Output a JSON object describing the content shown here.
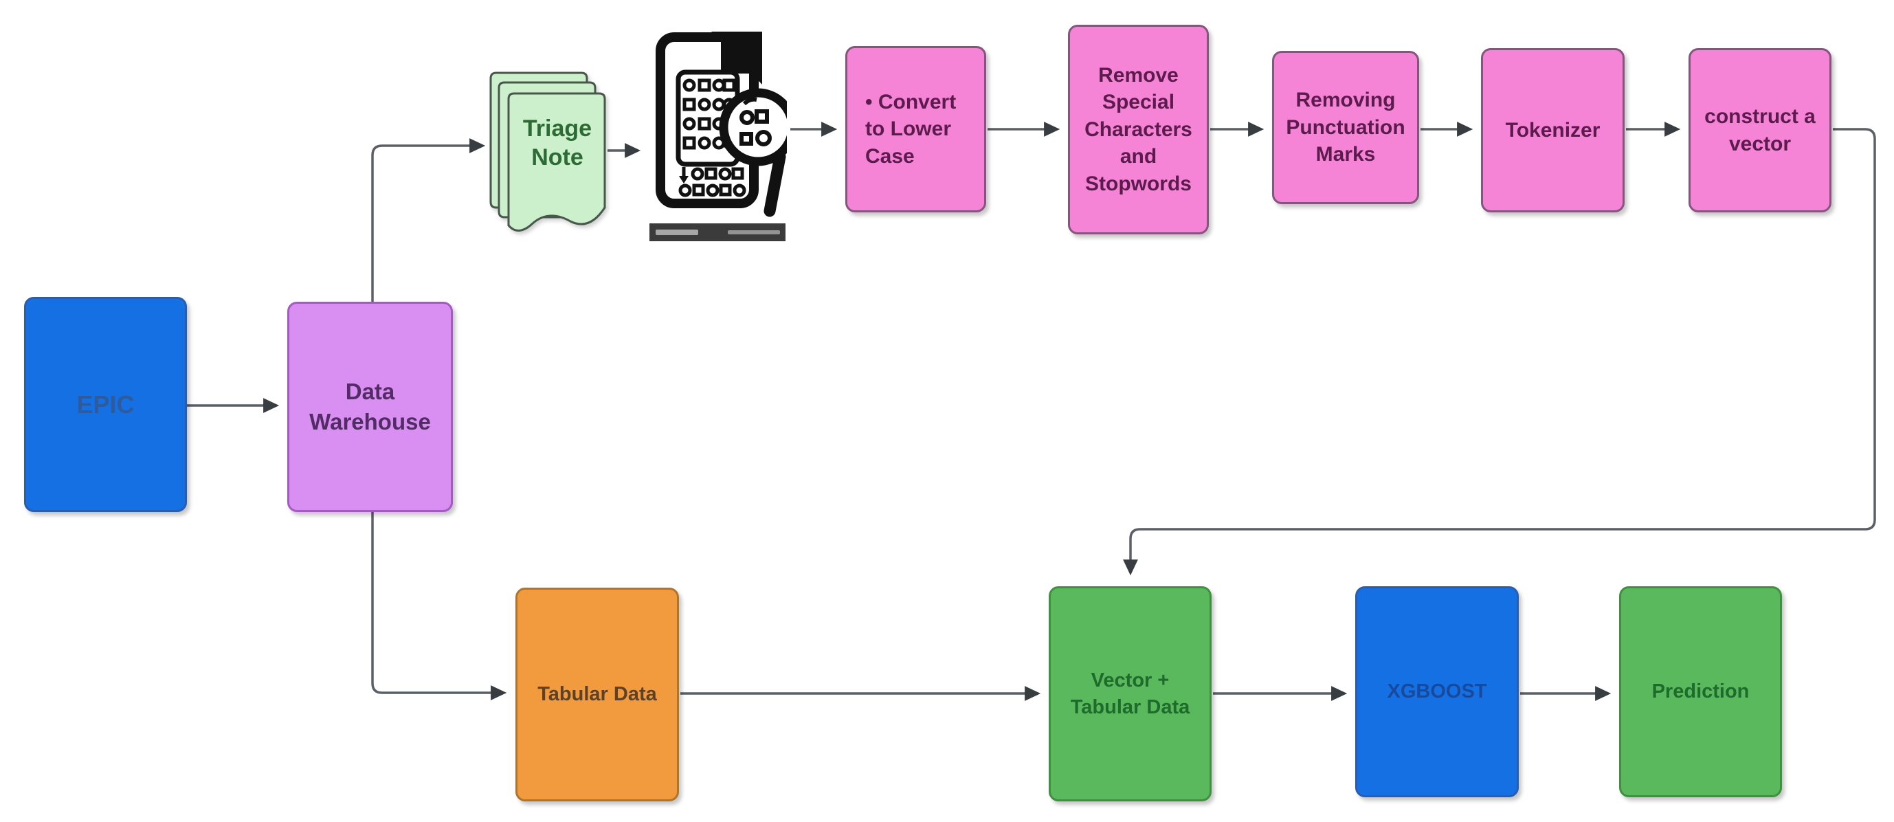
{
  "diagram": {
    "type": "flowchart",
    "nodes": {
      "epic": {
        "label": "EPIC",
        "fill": "#1571e3",
        "text_color": "#2e5a9e"
      },
      "data_warehouse": {
        "label": "Data Warehouse",
        "fill": "#d98ef2",
        "text_color": "#532b66"
      },
      "triage_note": {
        "label": "Triage Note",
        "fill": "#cbf0cb",
        "text_color": "#2d6b36",
        "shape": "stacked-documents"
      },
      "document_scan": {
        "icon": "document-analysis-icon",
        "fill": "#111111",
        "shape": "tablet-with-magnifier-and-watermark"
      },
      "convert_lower": {
        "label": "• Convert to Lower Case",
        "fill": "#f584d6",
        "text_color": "#5c1b4c"
      },
      "remove_special": {
        "label": "Remove Special Characters and Stopwords",
        "fill": "#f584d6",
        "text_color": "#5c1b4c"
      },
      "remove_punct": {
        "label": "Removing Punctuation Marks",
        "fill": "#f584d6",
        "text_color": "#5c1b4c"
      },
      "tokenizer": {
        "label": "Tokenizer",
        "fill": "#f584d6",
        "text_color": "#5c1b4c"
      },
      "construct_vector": {
        "label": "construct a vector",
        "fill": "#f584d6",
        "text_color": "#5c1b4c"
      },
      "tabular_data": {
        "label": "Tabular Data",
        "fill": "#f29a3e",
        "text_color": "#5f4226"
      },
      "vector_tabular": {
        "label": "Vector + Tabular Data",
        "fill": "#5ab95c",
        "text_color": "#1d6c2c"
      },
      "xgboost": {
        "label": "XGBOOST",
        "fill": "#1571e3",
        "text_color": "#17499c"
      },
      "prediction": {
        "label": "Prediction",
        "fill": "#5ab95c",
        "text_color": "#1d6c2c"
      }
    },
    "edges": [
      {
        "from": "epic",
        "to": "data_warehouse"
      },
      {
        "from": "data_warehouse",
        "to": "triage_note"
      },
      {
        "from": "triage_note",
        "to": "document_scan"
      },
      {
        "from": "document_scan",
        "to": "convert_lower"
      },
      {
        "from": "convert_lower",
        "to": "remove_special"
      },
      {
        "from": "remove_special",
        "to": "remove_punct"
      },
      {
        "from": "remove_punct",
        "to": "tokenizer"
      },
      {
        "from": "tokenizer",
        "to": "construct_vector"
      },
      {
        "from": "construct_vector",
        "to": "vector_tabular"
      },
      {
        "from": "data_warehouse",
        "to": "tabular_data"
      },
      {
        "from": "tabular_data",
        "to": "vector_tabular"
      },
      {
        "from": "vector_tabular",
        "to": "xgboost"
      },
      {
        "from": "xgboost",
        "to": "prediction"
      }
    ],
    "colors": {
      "background": "#ffffff",
      "connector_line": "#5a6066",
      "arrowhead": "#383d42",
      "watermark_bar": "#3b3b3b"
    }
  }
}
